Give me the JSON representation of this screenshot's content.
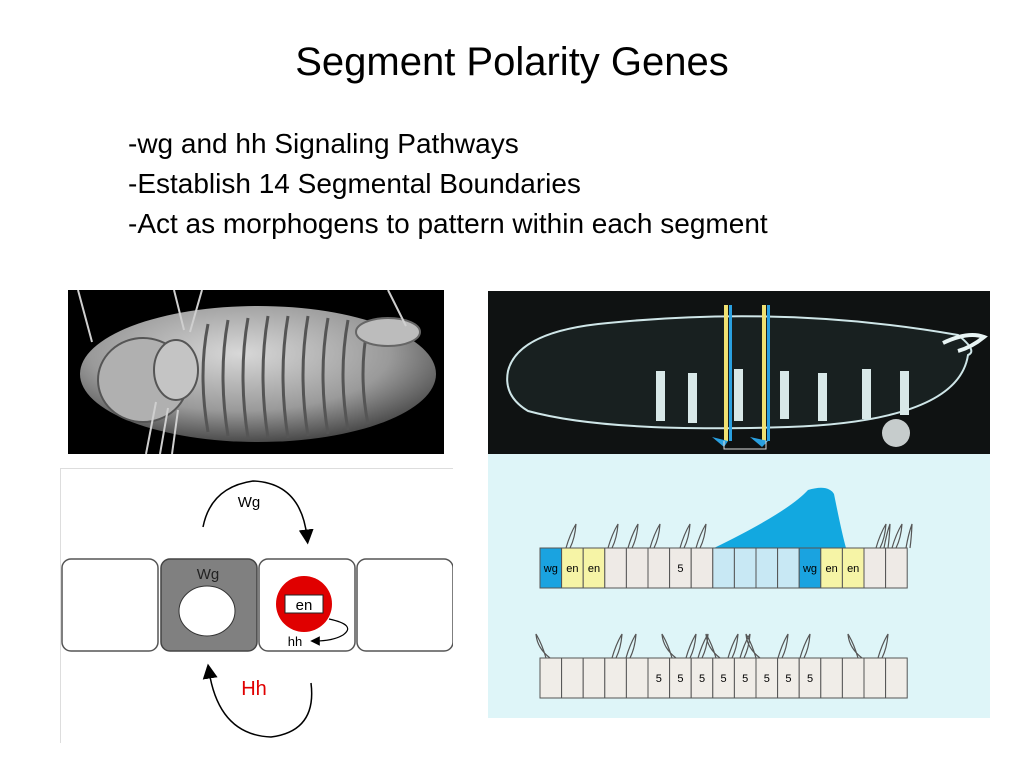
{
  "slide": {
    "title": "Segment Polarity Genes",
    "bullets": [
      "-wg and hh Signaling Pathways",
      "-Establish 14 Segmental Boundaries",
      "-Act as morphogens to pattern within each segment"
    ]
  },
  "cell_diagram": {
    "wg_signal_label": "Wg",
    "wg_cell_label": "Wg",
    "en_label": "en",
    "hh_label": "hh",
    "hh_signal_label": "Hh",
    "colors": {
      "wg_cell": "#808080",
      "en_nucleus": "#e00000",
      "hh_signal_text": "#e00000"
    }
  },
  "segment_diagram": {
    "row1": [
      "wg",
      "en",
      "en",
      "",
      "",
      "",
      "5",
      "",
      "",
      "",
      "",
      "",
      "wg",
      "en",
      "en",
      "",
      ""
    ],
    "row2": [
      "",
      "",
      "",
      "",
      "",
      "5",
      "5",
      "5",
      "5",
      "5",
      "5",
      "5",
      "5",
      "",
      "",
      "",
      ""
    ],
    "colors": {
      "wg": "#1aa3e0",
      "en": "#f6f4a6",
      "gradient": "#12a8e0",
      "light_blue": "#c8e8f4",
      "background": "#def5f8"
    }
  }
}
